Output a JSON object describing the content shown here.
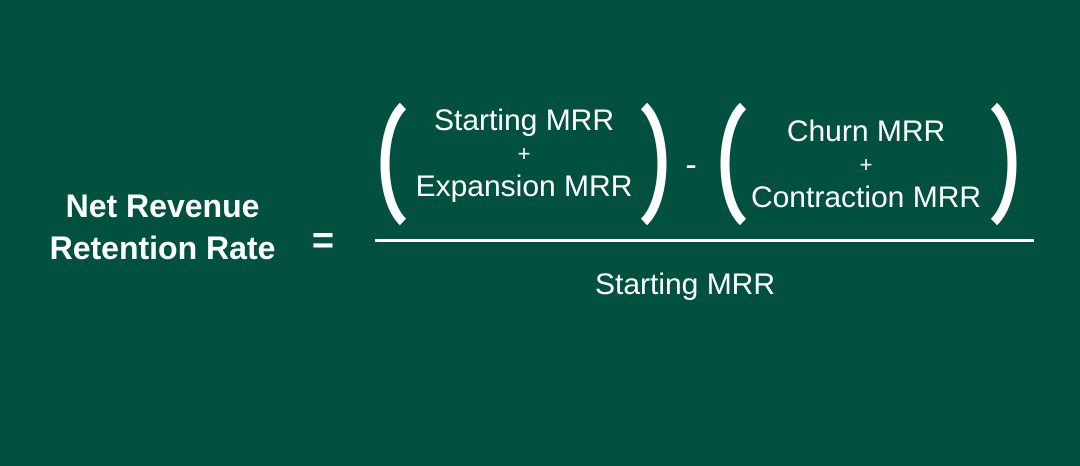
{
  "colors": {
    "background": "#02503f",
    "foreground": "#ffffff"
  },
  "formula": {
    "lhs_line1": "Net Revenue",
    "lhs_line2": "Retention Rate",
    "equals": "=",
    "term1": {
      "line1": "Starting MRR",
      "plus": "+",
      "line2": "Expansion MRR"
    },
    "minus": "-",
    "term2": {
      "line1": "Churn MRR",
      "plus": "+",
      "line2": "Contraction MRR"
    },
    "denominator": "Starting MRR"
  }
}
